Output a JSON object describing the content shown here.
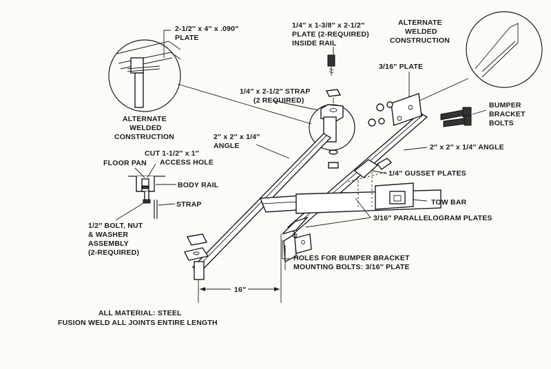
{
  "labels": {
    "plate_top_left": [
      "2-1/2″ x 4″ x .090″",
      "PLATE"
    ],
    "alt_welded_left": [
      "ALTERNATE",
      "WELDED",
      "CONSTRUCTION"
    ],
    "plate_inside_rail": [
      "1/4″ x 1-3/8″ x 2-1/2″",
      "PLATE (2-REQUIRED)",
      "INSIDE RAIL"
    ],
    "alt_welded_right": [
      "ALTERNATE",
      "WELDED",
      "CONSTRUCTION"
    ],
    "plate_3_16": "3/16″ PLATE",
    "strap": [
      "1/4″ x 2-1/2″ STRAP",
      "(2 REQUIRED)"
    ],
    "bumper_bracket_bolts": [
      "BUMPER",
      "BRACKET",
      "BOLTS"
    ],
    "angle_left": [
      "2″ x 2″ x 1/4″",
      "ANGLE"
    ],
    "angle_right": "2″ x 2″ x 1/4″ ANGLE",
    "floor_pan": "FLOOR PAN",
    "access_hole": [
      "CUT 1-1/2″ x 1″",
      "ACCESS HOLE"
    ],
    "gusset": "1/4″ GUSSET PLATES",
    "body_rail": "BODY RAIL",
    "tow_bar": "TOW BAR",
    "strap_small": "STRAP",
    "parallelogram": "3/16″ PARALLELOGRAM PLATES",
    "bolt_assembly": [
      "1/2″ BOLT, NUT",
      "& WASHER",
      "ASSEMBLY",
      "(2-REQUIRED)"
    ],
    "holes": [
      "HOLES FOR BUMPER BRACKET",
      "MOUNTING BOLTS: 3/16″ PLATE"
    ],
    "dimension": "16″",
    "notes": [
      "ALL MATERIAL: STEEL",
      "FUSION WELD ALL JOINTS ENTIRE LENGTH"
    ]
  }
}
